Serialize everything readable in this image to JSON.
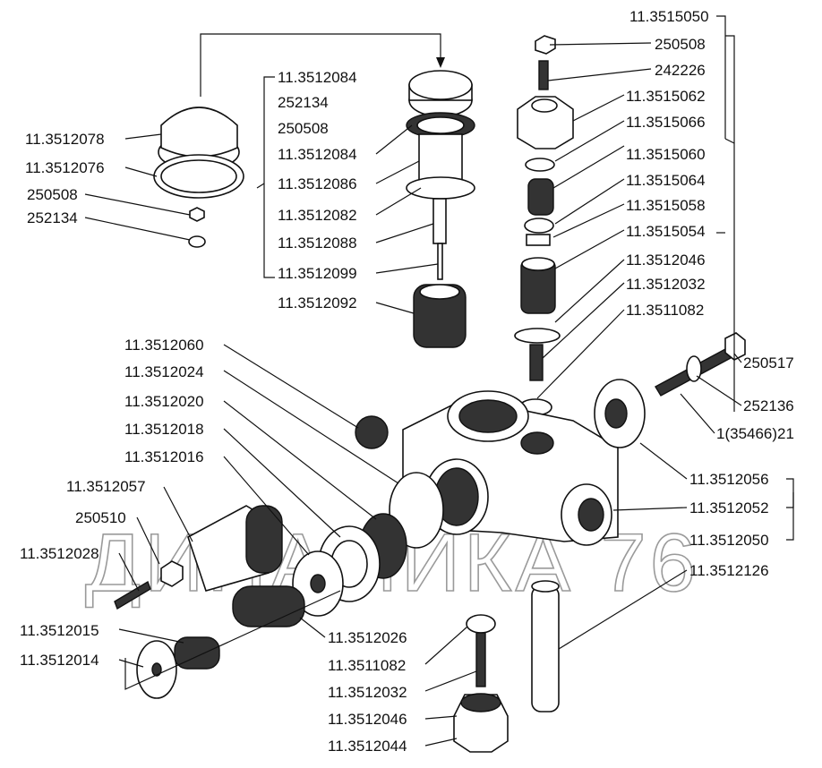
{
  "watermark": "ДИНАМИКА 76",
  "labels": {
    "top_right": [
      "11.3515050",
      "250508",
      "242226",
      "11.3515062",
      "11.3515066",
      "11.3515060",
      "11.3515064",
      "11.3515058",
      "11.3515054",
      "11.3512046",
      "11.3512032",
      "11.3511082"
    ],
    "top_middle": [
      "11.3512084",
      "252134",
      "250508",
      "11.3512084",
      "11.3512086",
      "11.3512082",
      "11.3512088",
      "11.3512099",
      "11.3512092"
    ],
    "top_left": [
      "11.3512078",
      "11.3512076",
      "250508",
      "252134"
    ],
    "middle_left": [
      "11.3512060",
      "11.3512024",
      "11.3512020",
      "11.3512018",
      "11.3512016",
      "11.3512057",
      "250510",
      "11.3512028",
      "11.3512015",
      "11.3512014"
    ],
    "bottom_middle": [
      "11.3512026",
      "11.3511082",
      "11.3512032",
      "11.3512046",
      "11.3512044"
    ],
    "right": [
      "250517",
      "252136",
      "1(35466)21",
      "11.3512056",
      "11.3512052",
      "11.3512050",
      "11.3512126"
    ]
  }
}
